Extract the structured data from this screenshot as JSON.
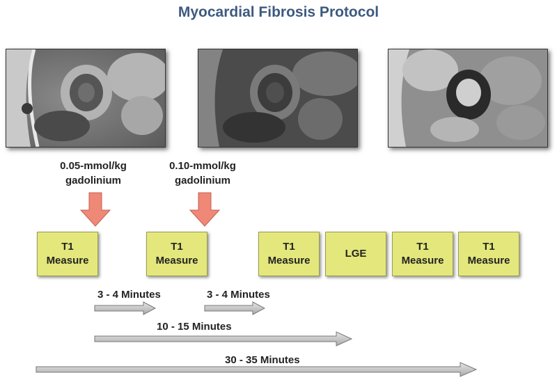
{
  "title": "Myocardial Fibrosis Protocol",
  "images": [
    {
      "name": "mri-pre-contrast"
    },
    {
      "name": "mri-post-dose-1"
    },
    {
      "name": "mri-lge"
    }
  ],
  "doses": [
    {
      "line1": "0.05-mmol/kg",
      "line2": "gadolinium"
    },
    {
      "line1": "0.10-mmol/kg",
      "line2": "gadolinium"
    }
  ],
  "steps": [
    {
      "line1": "T1",
      "line2": "Measure"
    },
    {
      "line1": "T1",
      "line2": "Measure"
    },
    {
      "line1": "T1",
      "line2": "Measure"
    },
    {
      "line1": "",
      "line2": "LGE"
    },
    {
      "line1": "T1",
      "line2": "Measure"
    },
    {
      "line1": "T1",
      "line2": "Measure"
    }
  ],
  "timings": [
    {
      "label": "3 - 4 Minutes"
    },
    {
      "label": "3 - 4 Minutes"
    },
    {
      "label": "10 - 15 Minutes"
    },
    {
      "label": "30 - 35 Minutes"
    }
  ],
  "colors": {
    "title": "#3d5a7e",
    "box_fill": "#e4e77b",
    "dose_arrow": "#f08878",
    "time_arrow": "#c8c8c8"
  }
}
